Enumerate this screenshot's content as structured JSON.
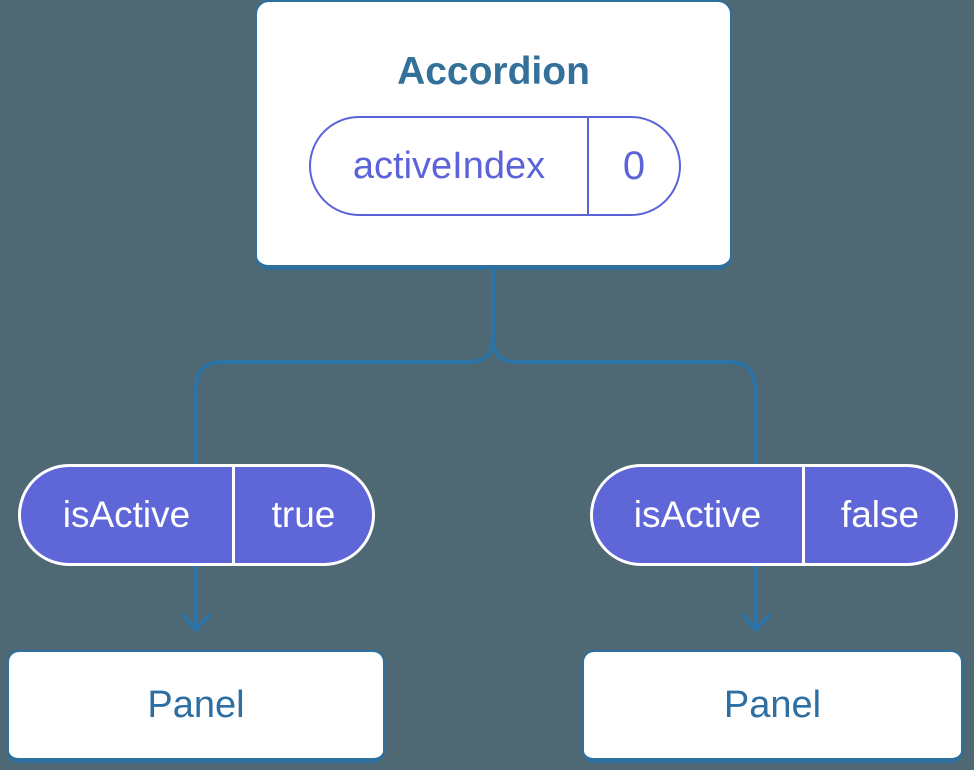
{
  "palette": {
    "bg": "#4e6874",
    "line": "#2c74a8",
    "node-border": "#2d6f9e",
    "node-bg": "#ffffff",
    "title-text": "#33719b",
    "panel-text": "#2d6fa3",
    "purple": "#5f66d8",
    "purple-text": "#5c63d8",
    "pill-text": "#ffffff"
  },
  "diagram": {
    "root": {
      "title": "Accordion",
      "prop": {
        "name": "activeIndex",
        "value": "0"
      }
    },
    "children": [
      {
        "state": {
          "name": "isActive",
          "value": "true"
        },
        "node": {
          "title": "Panel"
        }
      },
      {
        "state": {
          "name": "isActive",
          "value": "false"
        },
        "node": {
          "title": "Panel"
        }
      }
    ]
  }
}
